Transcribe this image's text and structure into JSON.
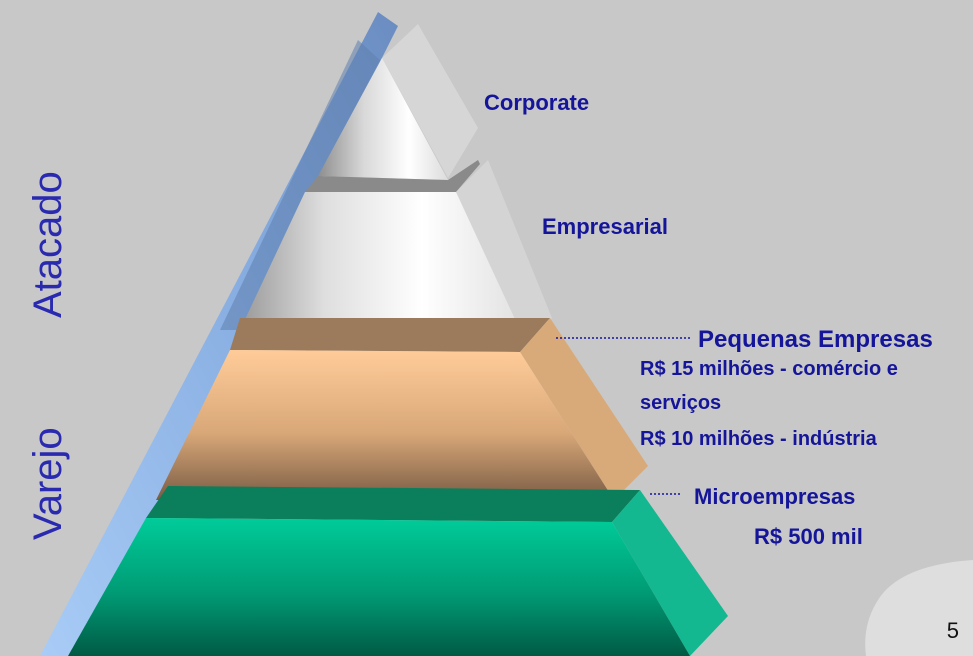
{
  "side_labels": {
    "upper": "Atacado",
    "lower": "Varejo"
  },
  "tiers": {
    "corporate": {
      "label": "Corporate"
    },
    "empresarial": {
      "label": "Empresarial"
    },
    "pequenas": {
      "label": "Pequenas Empresas",
      "line1": "R$ 15 milhões - comércio e",
      "line2": "serviços",
      "line3": "R$ 10 milhões - indústria"
    },
    "micro": {
      "label": "Microempresas",
      "value": "R$ 500 mil"
    }
  },
  "page_number": "5",
  "colors": {
    "background": "#c8c8c8",
    "text": "#15159a",
    "side_text": "#2a2ab0",
    "pyramid_side": "#8fb4e4",
    "top_tiers": "#e8e8e8",
    "pequenas": "#f6c18f",
    "pequenas_top": "#9b7b5c",
    "micro": "#00c896",
    "micro_top": "#0b7e5b"
  }
}
